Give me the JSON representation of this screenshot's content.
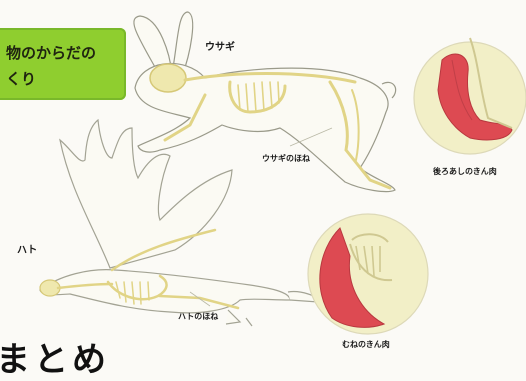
{
  "title": {
    "line1": "物のからだの",
    "line2": "くり"
  },
  "labels": {
    "rabbit": "ウサギ",
    "rabbit_bones": "ウサギのほね",
    "hind_leg_muscle": "後ろあしのきん肉",
    "pigeon": "ハト",
    "pigeon_bones": "ハトのほね",
    "chest_muscle": "むねのきん肉",
    "summary": "まとめ"
  },
  "colors": {
    "title_background": "#8fce2f",
    "bone": "#e9e3a6",
    "muscle": "#dd4a52",
    "inset_background": "#f2efc7"
  }
}
